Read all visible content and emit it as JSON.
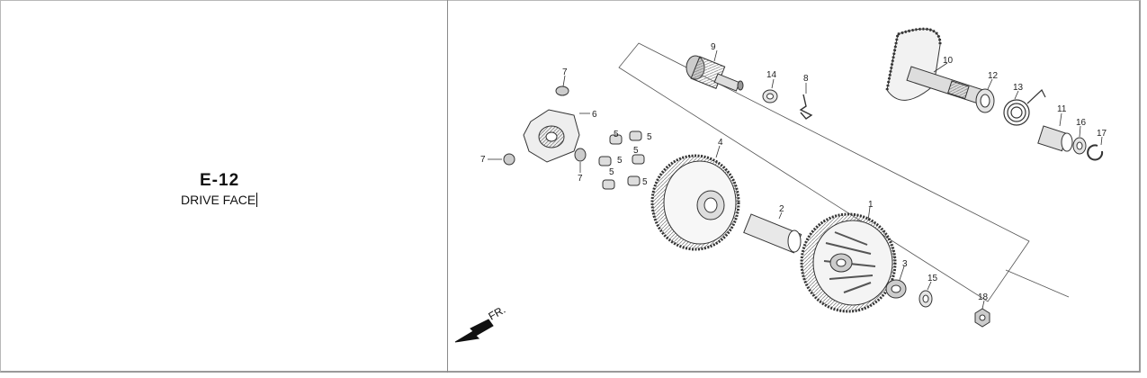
{
  "panel": {
    "code": "E-12",
    "title": "DRIVE FACE"
  },
  "diagram": {
    "direction_label": "FR.",
    "part_numbers": [
      "1",
      "2",
      "3",
      "4",
      "5",
      "5",
      "5",
      "5",
      "5",
      "5",
      "6",
      "7",
      "7",
      "7",
      "8",
      "9",
      "10",
      "11",
      "12",
      "13",
      "14",
      "15",
      "16",
      "17",
      "18"
    ]
  }
}
